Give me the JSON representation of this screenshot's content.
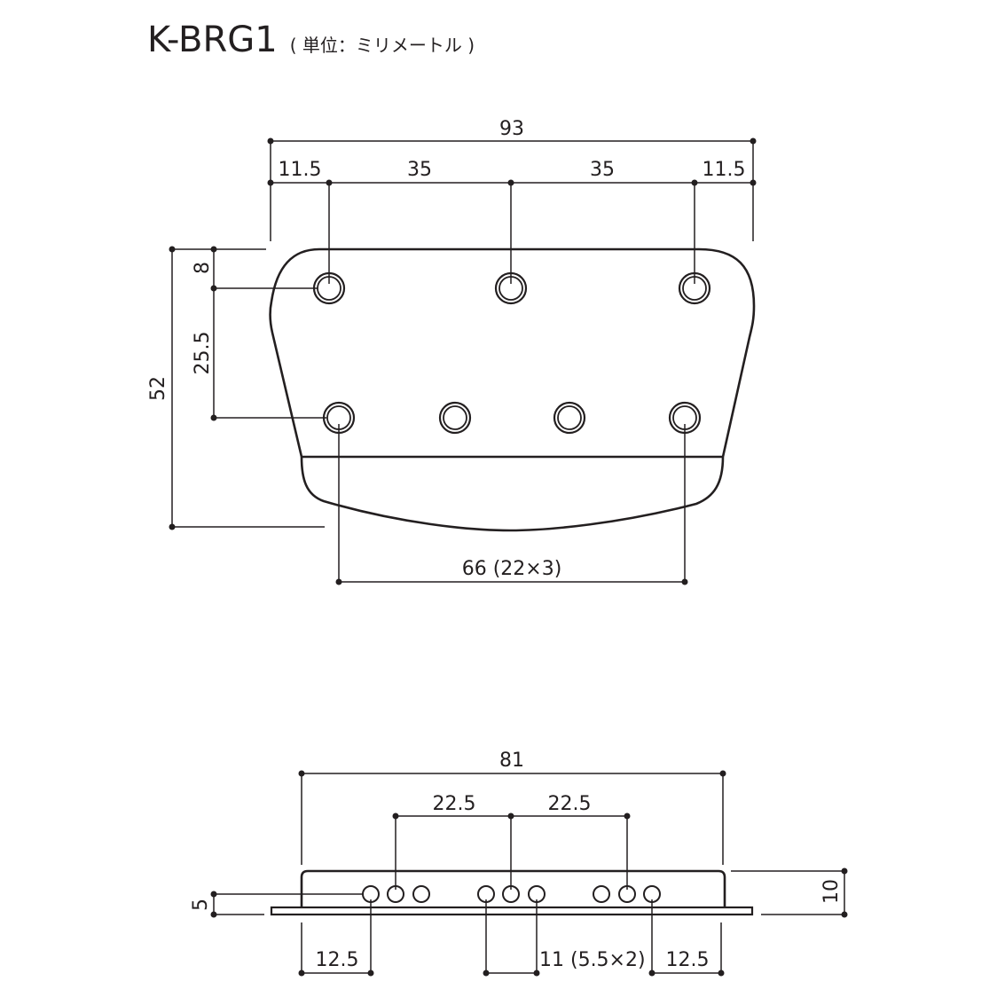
{
  "header": {
    "model": "K-BRG1",
    "unit_note": "( 単位：ミリメートル )"
  },
  "top_view": {
    "overall_width": "93",
    "edge_left": "11.5",
    "spacing_1": "35",
    "spacing_2": "35",
    "edge_right": "11.5",
    "top_offset": "8",
    "row_spacing": "25.5",
    "overall_height": "52",
    "bottom_row_span": "66 (22×3)",
    "top_row_holes": 3,
    "bottom_row_holes": 4
  },
  "side_view": {
    "overall_width": "81",
    "group_spacing_1": "22.5",
    "group_spacing_2": "22.5",
    "hole_height": "5",
    "overall_height": "10",
    "edge_left": "12.5",
    "group_span": "11 (5.5×2)",
    "edge_right": "12.5",
    "hole_groups": 3,
    "holes_per_group": 3
  },
  "colors": {
    "ink": "#231f20",
    "background": "#ffffff"
  }
}
